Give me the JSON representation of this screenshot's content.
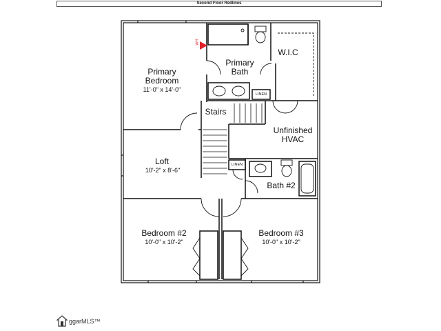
{
  "header": {
    "title": "Second Floor Redlines"
  },
  "rooms": {
    "primary_bedroom": {
      "name": "Primary\nBedroom",
      "dims": "11'-0\" x 14'-0\""
    },
    "primary_bath": {
      "name": "Primary\nBath"
    },
    "wic": {
      "name": "W.I.C"
    },
    "linen_primary": {
      "name": "LINEN"
    },
    "stairs": {
      "name": "Stairs"
    },
    "unfinished_hvac": {
      "name": "Unfinished\nHVAC"
    },
    "loft": {
      "name": "Loft",
      "dims": "10'-2\" x 8'-6\""
    },
    "linen_hall": {
      "name": "LINEN"
    },
    "bath2": {
      "name": "Bath #2"
    },
    "bedroom2": {
      "name": "Bedroom #2",
      "dims": "10'-0\" x 10'-2\""
    },
    "bedroom3": {
      "name": "Bedroom #3",
      "dims": "10'-0\" x 10'-2\""
    }
  },
  "annotations": {
    "vent_tag": "WH"
  },
  "logo": {
    "text": "ggarMLS™"
  },
  "colors": {
    "wall": "#111111",
    "marker": "#e0202a"
  }
}
